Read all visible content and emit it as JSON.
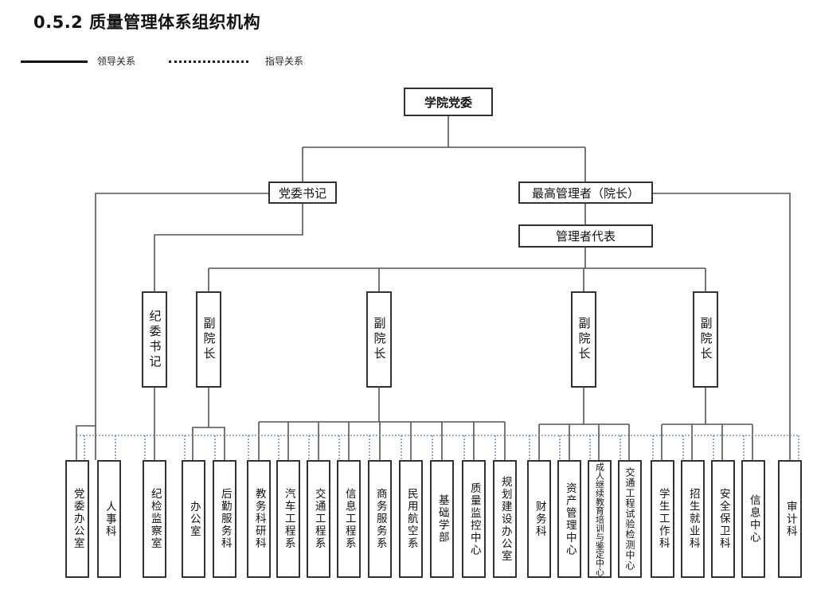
{
  "title": "0.5.2  质量管理体系组织机构",
  "legend": {
    "solid_label": "领导关系",
    "dotted_label": "指导关系"
  },
  "nodes": {
    "root": "学院党委",
    "party_secretary": "党委书记",
    "president": "最高管理者（院长）",
    "mgmt_rep": "管理者代表",
    "discipline_secretary": "纪委书记",
    "vp1": "副院长",
    "vp2": "副院长",
    "vp3": "副院长",
    "vp4": "副院长"
  },
  "departments": [
    "党委办公室",
    "人事科",
    "纪检监察室",
    "办公室",
    "后勤服务科",
    "教务科研科",
    "汽车工程系",
    "交通工程系",
    "信息工程系",
    "商务服务系",
    "民用航空系",
    "基础学部",
    "质量监控中心",
    "规划建设办公室",
    "财务科",
    "资产管理中心",
    "成人继续教育培训与鉴定中心",
    "交通工程试验检测中心",
    "学生工作科",
    "招生就业科",
    "安全保卫科",
    "信息中心",
    "审计科"
  ],
  "colors": {
    "line": "#555555",
    "dotted": "#5b7fb0",
    "border": "#333333"
  }
}
